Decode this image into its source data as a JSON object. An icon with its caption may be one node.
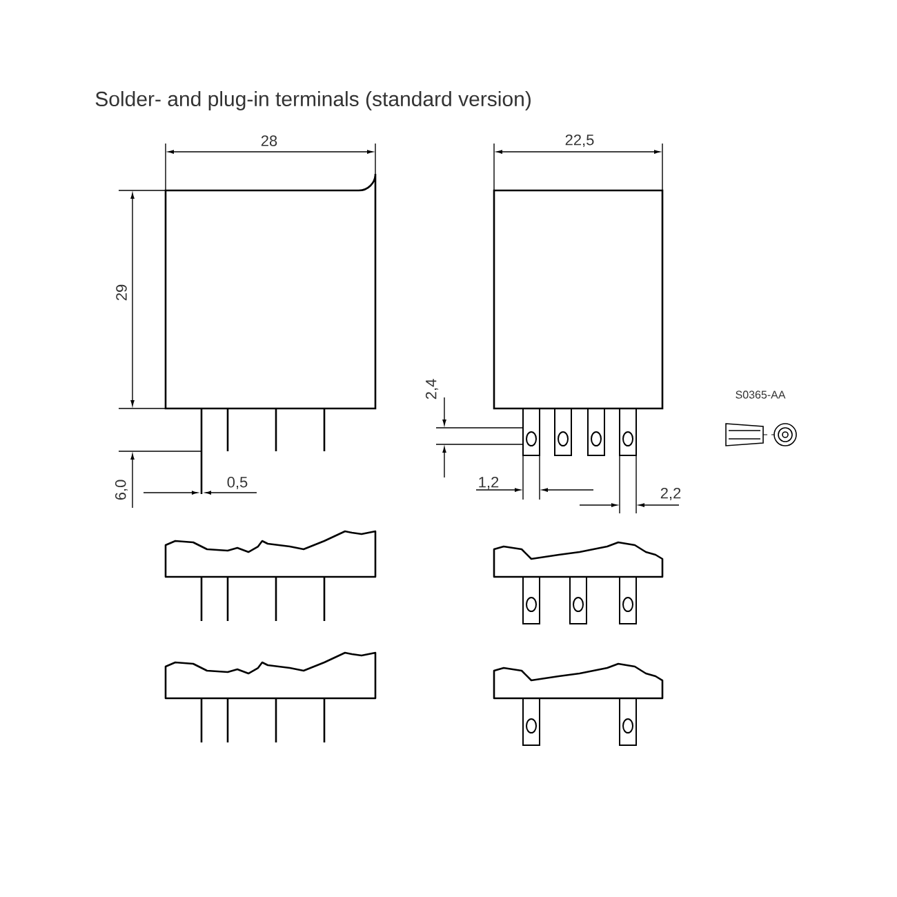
{
  "diagram": {
    "title": "Solder- and plug-in terminals (standard version)",
    "labels": [
      "28",
      "22,5",
      "29",
      "2,4",
      "S0365-AA",
      "6,0",
      "0,5",
      "1,2",
      "2,2"
    ]
  }
}
